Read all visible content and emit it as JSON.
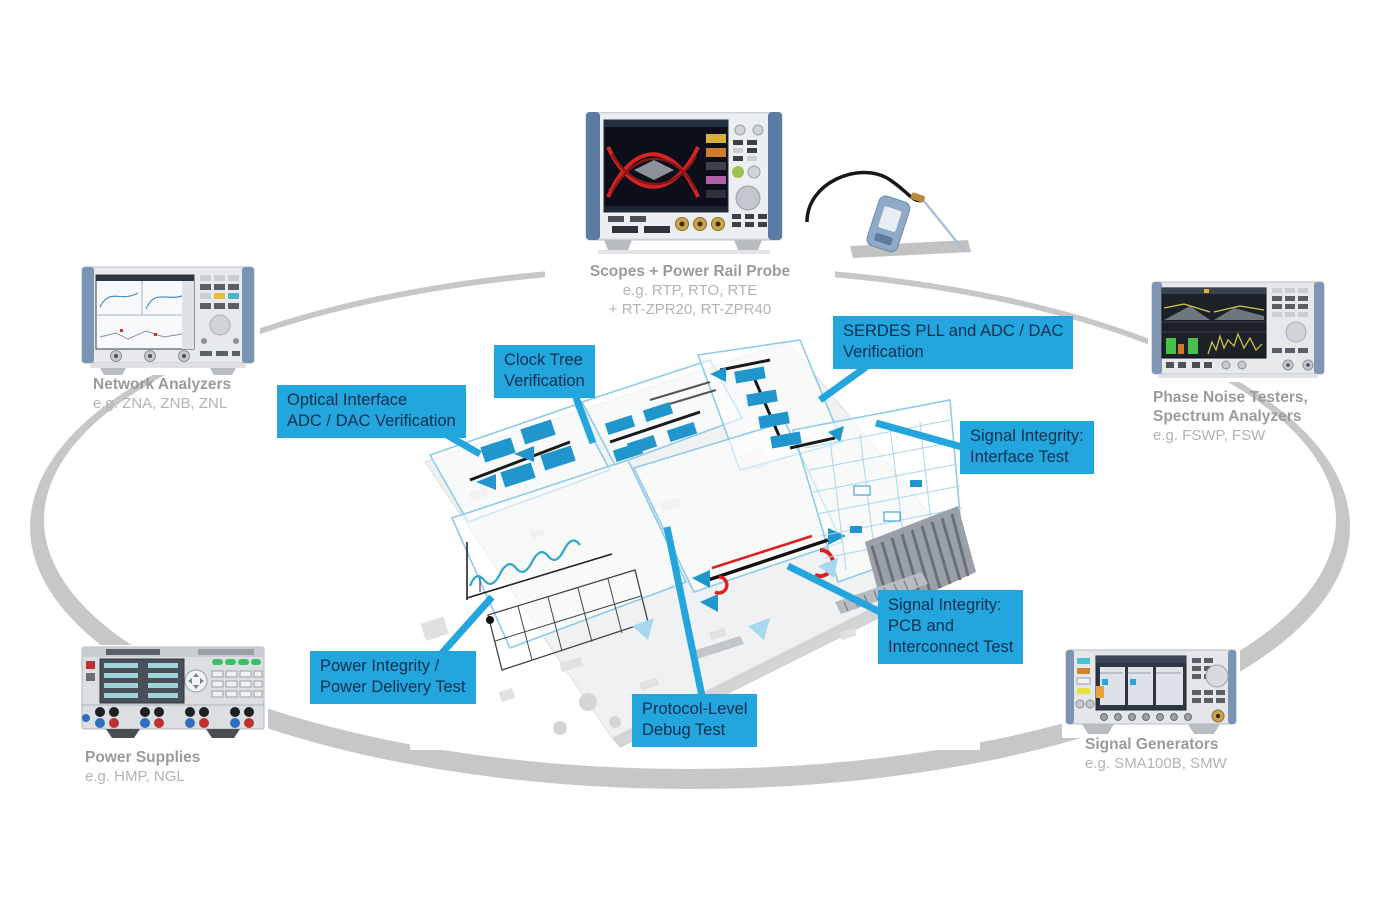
{
  "title": "Digital design test setup diagram",
  "colors": {
    "callout_bg": "#23a5de",
    "callout_text": "#0d3050",
    "caption_title": "#9b9b9b",
    "caption_sub": "#b3b3b3",
    "ring_gray": "#c7c7c7",
    "board_block_blue": "#2196cd",
    "trace_red": "#e02020"
  },
  "captions": {
    "scopes": {
      "title": "Scopes + Power Rail Probe",
      "line2": "e.g. RTP,  RTO,  RTE",
      "line3": "+ RT-ZPR20,  RT-ZPR40"
    },
    "network_analyzers": {
      "title": "Network Analyzers",
      "line2": "e.g. ZNA,  ZNB,  ZNL"
    },
    "phase_noise": {
      "title": "Phase Noise Testers,",
      "title2": "Spectrum Analyzers",
      "line2": "e.g. FSWP, FSW"
    },
    "power_supplies": {
      "title": "Power Supplies",
      "line2": "e.g. HMP,  NGL"
    },
    "signal_generators": {
      "title": "Signal Generators",
      "line2": "e.g. SMA100B,  SMW"
    }
  },
  "callouts": {
    "optical": {
      "line1": "Optical Interface",
      "line2": "ADC / DAC Verification"
    },
    "clock_tree": {
      "line1": "Clock Tree",
      "line2": "Verification"
    },
    "serdes": {
      "line1": "SERDES PLL and ADC / DAC",
      "line2": "Verification"
    },
    "si_interface": {
      "line1": "Signal Integrity:",
      "line2": "Interface Test"
    },
    "si_pcb": {
      "line1": "Signal Integrity:",
      "line2": "PCB and",
      "line3": "Interconnect Test"
    },
    "power_integrity": {
      "line1": "Power Integrity /",
      "line2": "Power Delivery Test"
    },
    "protocol": {
      "line1": "Protocol-Level",
      "line2": "Debug Test"
    }
  }
}
